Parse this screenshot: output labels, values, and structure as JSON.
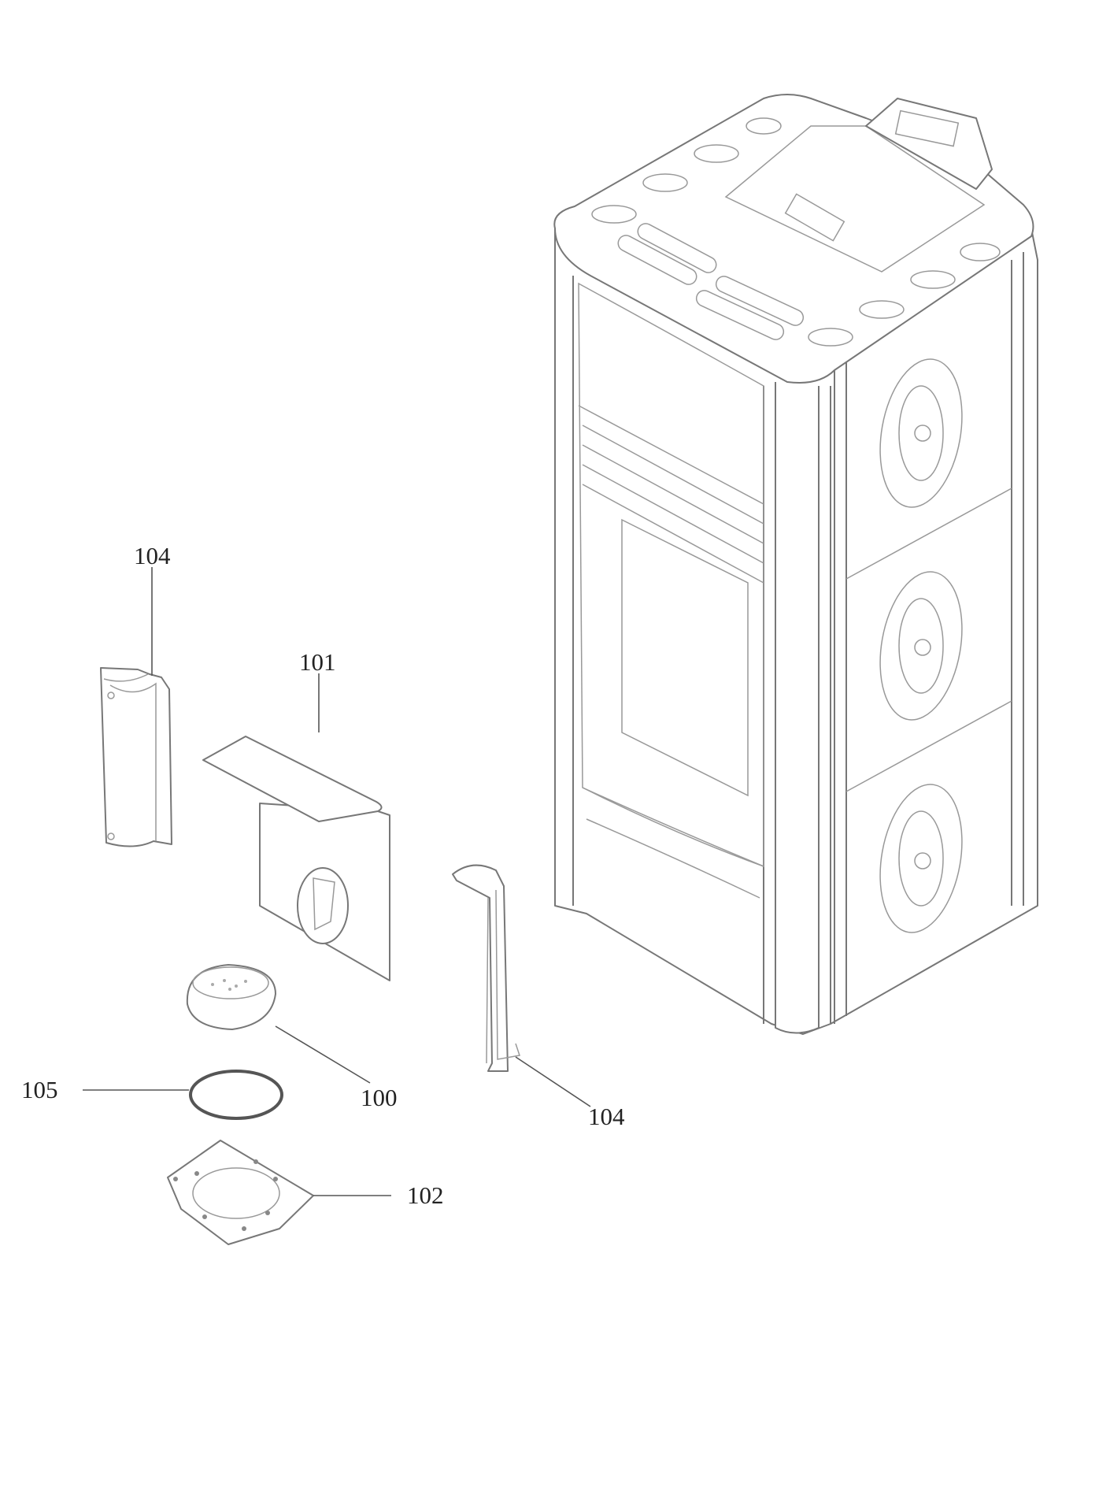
{
  "diagram": {
    "type": "exploded parts diagram",
    "callouts": [
      {
        "id": "label-104-left",
        "text": "104"
      },
      {
        "id": "label-101",
        "text": "101"
      },
      {
        "id": "label-104-right",
        "text": "104"
      },
      {
        "id": "label-100",
        "text": "100"
      },
      {
        "id": "label-105",
        "text": "105"
      },
      {
        "id": "label-102",
        "text": "102"
      }
    ]
  }
}
